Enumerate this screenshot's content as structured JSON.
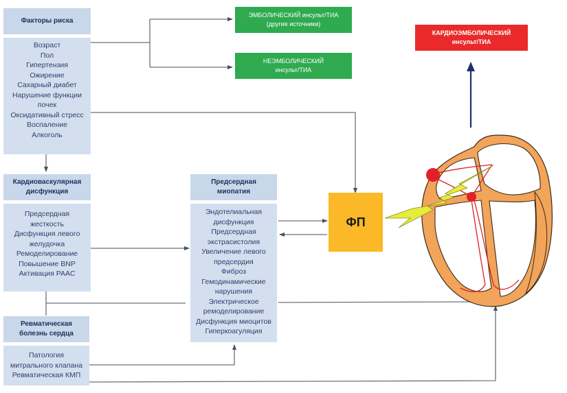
{
  "colors": {
    "box_header": "#c9d7ea",
    "box_body": "#d3dfee",
    "box_text": "#2e3e6e",
    "green": "#2faa4f",
    "red": "#ea2a2a",
    "fp_orange": "#fbb827",
    "arrow_gray": "#6b6f78",
    "arrow_navy": "#1e2f6b",
    "heart_muscle": "#f2a45a",
    "lightning": "#e6ec3a"
  },
  "risk_factors": {
    "title": "Факторы риска",
    "items": [
      "Возраст",
      "Пол",
      "Гипертензия",
      "Ожирение",
      "Сахарный диабет",
      "Нарушение функции",
      "почек",
      "Оксидативный стресс",
      "Воспаление",
      "Алкоголь"
    ]
  },
  "cardiovascular": {
    "title_line1": "Кардиоваскулярная",
    "title_line2": "дисфункция",
    "items": [
      "Предсердная",
      "жесткость",
      "Дисфункция левого",
      "желудочка",
      "Ремоделирование",
      "Повышение BNP",
      "Активация РААС"
    ]
  },
  "rheumatic": {
    "title_line1": "Ревматическая",
    "title_line2": "болезнь сердца",
    "items": [
      "Патология",
      "митрального клапана",
      "Ревматическая КМП"
    ]
  },
  "atrial_myopathy": {
    "title_line1": "Предсердная",
    "title_line2": "миопатия",
    "items": [
      "Эндотелиальная",
      "дисфункция",
      "Предсердная",
      "экстрасистолия",
      "Увеличение левого",
      "предсердия",
      "Фиброз",
      "Гемодинамические",
      "нарушения",
      "Электрическое",
      "ремоделирование",
      "Дисфункция миоцитов",
      "Гиперкоагуляция"
    ]
  },
  "embolic": {
    "line1": "ЭМБОЛИЧЕСКИЙ  инсульт/ТИА",
    "line2": "(другие источники)"
  },
  "nonembolic": {
    "line1": "НЕЭМБОЛИЧЕСКИЙ",
    "line2": "инсульт/ТИА"
  },
  "cardioembolic": {
    "line1": "КАРДИОЭМБОЛИЧЕСКИЙ",
    "line2": "инсульт/ТИА"
  },
  "fp": {
    "label": "ФП"
  },
  "icons": {
    "heart": "heart-cross-section-icon",
    "lightning": "lightning-bolt-icon"
  }
}
